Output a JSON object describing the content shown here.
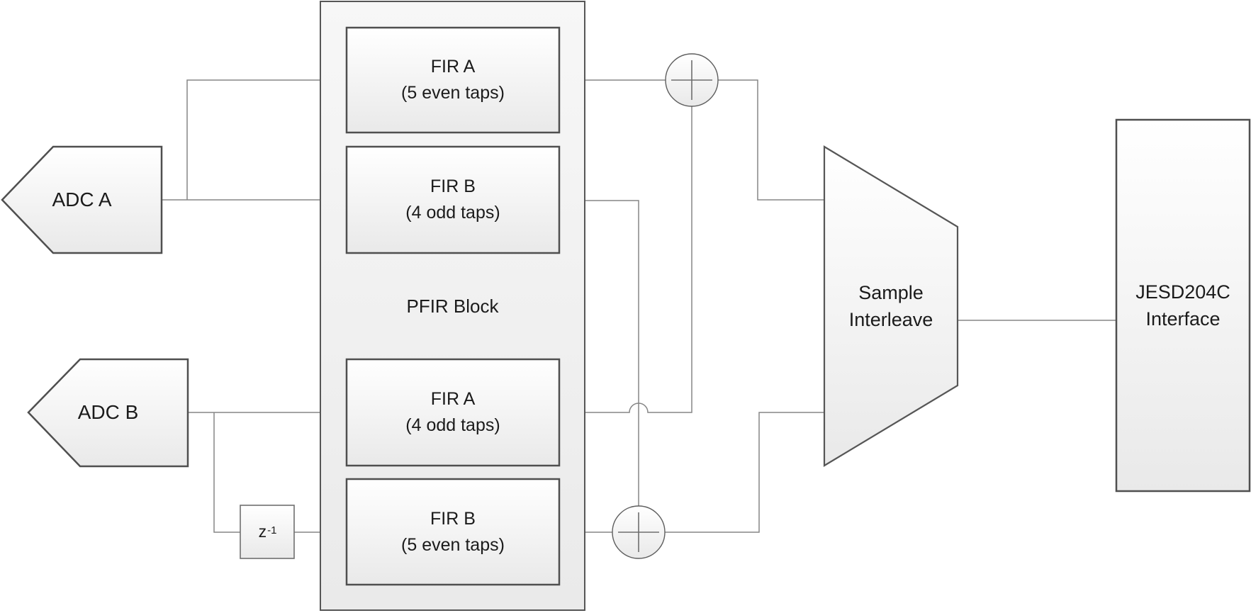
{
  "diagram": {
    "sources": {
      "adc_a": {
        "label": "ADC A"
      },
      "adc_b": {
        "label": "ADC B"
      }
    },
    "pfir_block": {
      "title": "PFIR Block",
      "filters": [
        {
          "id": "fir-a-even-top",
          "label": "FIR A\n(5 even taps)"
        },
        {
          "id": "fir-b-odd-top",
          "label": "FIR B\n(4 odd taps)"
        },
        {
          "id": "fir-a-odd-bottom",
          "label": "FIR A\n(4 odd taps)"
        },
        {
          "id": "fir-b-even-bottom",
          "label": "FIR B\n(5 even taps)"
        }
      ]
    },
    "delay_element": {
      "base": "z",
      "exponent": "-1"
    },
    "summing_junctions": [
      {
        "id": "sum-top",
        "symbol": "+"
      },
      {
        "id": "sum-bottom",
        "symbol": "+"
      }
    ],
    "interleave": {
      "label": "Sample\nInterleave"
    },
    "output_interface": {
      "label": "JESD204C\nInterface"
    }
  },
  "icons": {
    "summing_junction": "plus-circle-icon",
    "adc_shape": "left-pointing-pentagon",
    "interleave_shape": "right-facing-trapezoid"
  },
  "colors": {
    "background": "#ffffff",
    "shape_border": "#4f4f4f",
    "panel_border": "#565656",
    "light_border": "#6f6f6f",
    "connector": "#868686",
    "plus_sign": "#6e6e6e",
    "fill_top": "#ffffff",
    "fill_bottom": "#e9e9e9",
    "panel_top": "#f7f7f7",
    "panel_bottom": "#eaeaea",
    "text": "#1b1b1b"
  }
}
